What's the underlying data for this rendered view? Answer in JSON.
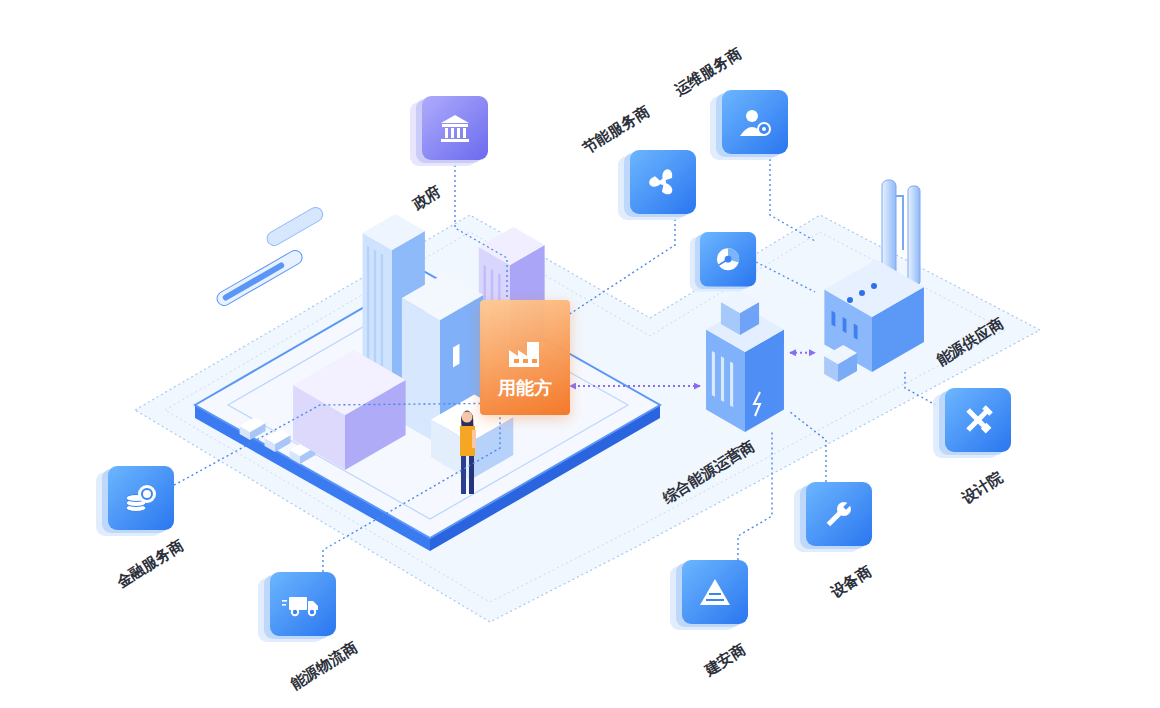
{
  "diagram": {
    "nodes": [
      {
        "text": [
          "运维服务商"
        ]
      },
      {
        "text": [
          "节能服务商"
        ]
      },
      {
        "text": [
          "政府"
        ]
      },
      {
        "text": [
          "用能方"
        ]
      },
      {
        "text": [
          "能源供应商"
        ]
      },
      {
        "text": [
          "综合能源运营商"
        ]
      },
      {
        "text": [
          "设计院"
        ]
      },
      {
        "text": [
          "金融服务商"
        ]
      },
      {
        "text": [
          "设备商"
        ]
      },
      {
        "text": [
          "能源物流商"
        ]
      },
      {
        "text": [
          "建安商"
        ]
      }
    ],
    "edges": [
      {
        "from": 2,
        "to": 3,
        "arrow": "none"
      },
      {
        "from": 1,
        "to": 3,
        "arrow": "none"
      },
      {
        "from": 0,
        "to": 4,
        "arrow": "none"
      },
      {
        "from": 5,
        "to": 3,
        "arrow": "both"
      },
      {
        "from": 5,
        "to": 4,
        "arrow": "both"
      },
      {
        "from": 6,
        "to": 4,
        "arrow": "none"
      },
      {
        "from": 8,
        "to": 5,
        "arrow": "none"
      },
      {
        "from": 10,
        "to": 5,
        "arrow": "none"
      },
      {
        "from": 7,
        "to": 3,
        "arrow": "none"
      },
      {
        "from": 9,
        "to": 3,
        "arrow": "none"
      }
    ]
  }
}
